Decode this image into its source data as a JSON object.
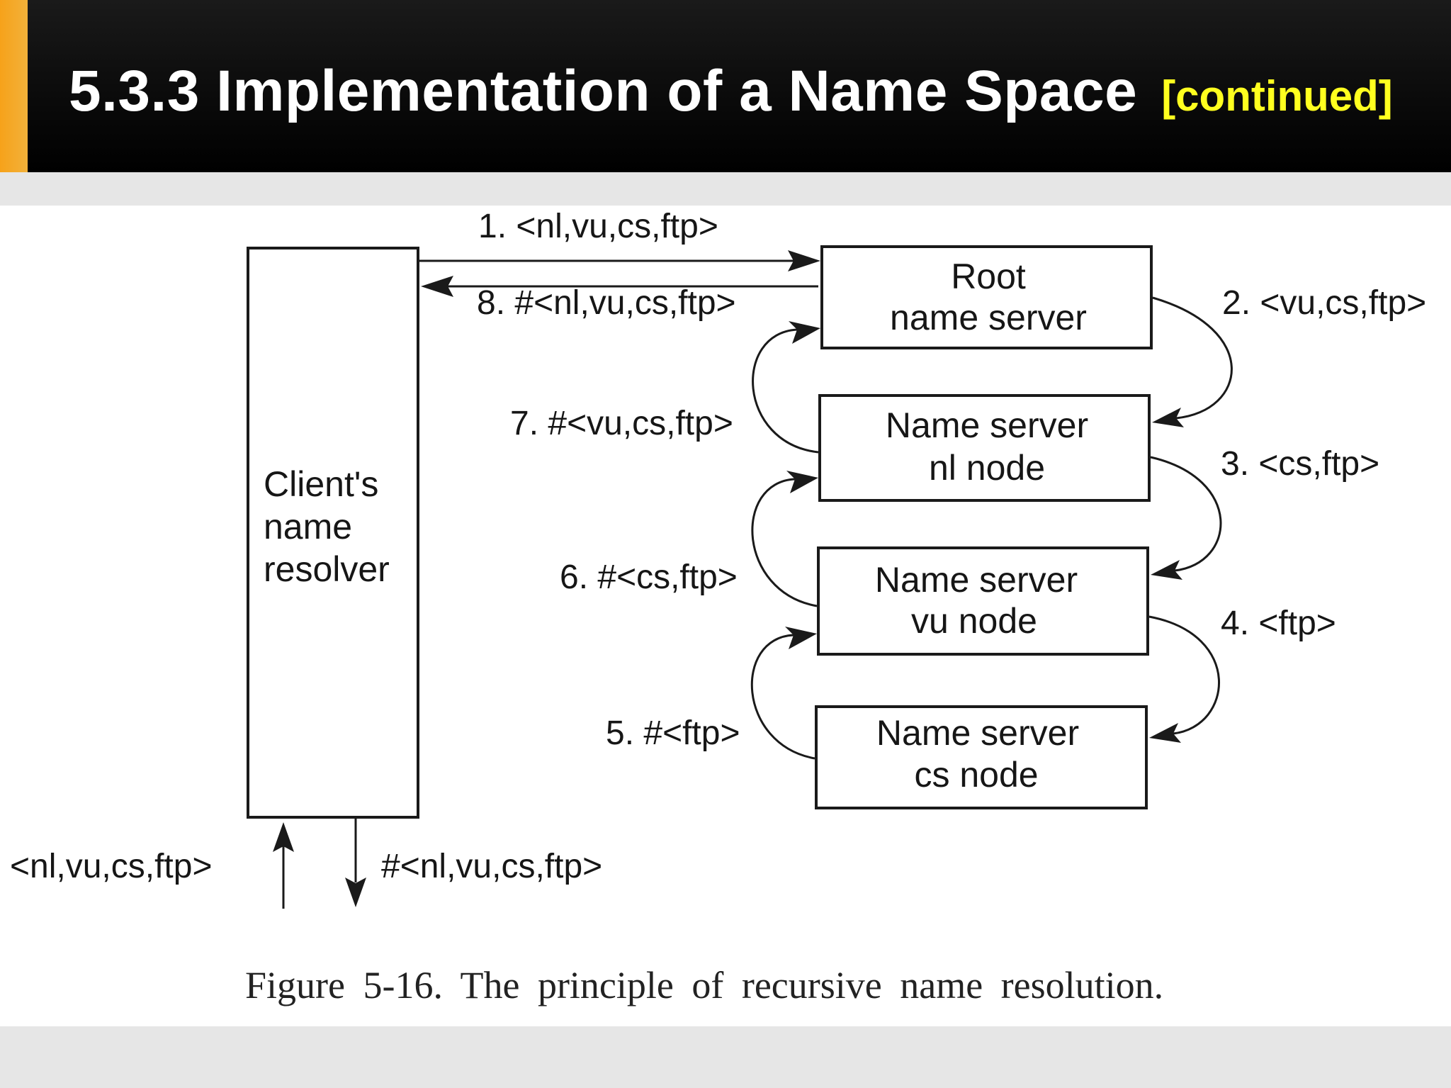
{
  "header": {
    "title": "5.3.3 Implementation of a Name Space",
    "tag": "[continued]",
    "colors": {
      "accent": "#f6a21a",
      "title": "#ffffff",
      "tag": "#ffff1f",
      "background": "#000000"
    }
  },
  "diagram": {
    "client_box": {
      "lines": [
        "Client's",
        "name",
        "resolver"
      ]
    },
    "servers": [
      {
        "line1": "Root",
        "line2": "name server"
      },
      {
        "line1": "Name server",
        "line2": "nl node"
      },
      {
        "line1": "Name server",
        "line2": "vu node"
      },
      {
        "line1": "Name server",
        "line2": "cs node"
      }
    ],
    "messages": {
      "m1": "1. <nl,vu,cs,ftp>",
      "m2": "2. <vu,cs,ftp>",
      "m3": "3. <cs,ftp>",
      "m4": "4. <ftp>",
      "m5": "5. #<ftp>",
      "m6": "6. #<cs,ftp>",
      "m7": "7. #<vu,cs,ftp>",
      "m8": "8. #<nl,vu,cs,ftp>"
    },
    "client_input": "<nl,vu,cs,ftp>",
    "client_output": "#<nl,vu,cs,ftp>",
    "caption": "Figure 5-16. The principle of recursive name resolution."
  }
}
